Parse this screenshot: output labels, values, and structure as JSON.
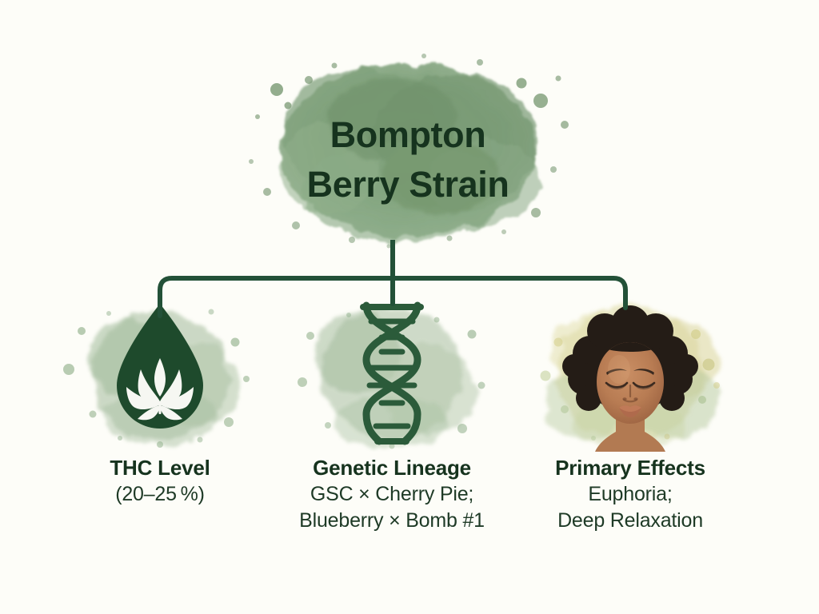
{
  "page": {
    "background_color": "#FDFDF8",
    "ink_color": "#16331E",
    "accent_green": "#7A9C77",
    "line_color": "#235138"
  },
  "header": {
    "title_line1": "Bompton",
    "title_line2": "Berry Strain",
    "blob_color": "#7E9F7A"
  },
  "columns": [
    {
      "id": "thc",
      "icon": "cannabis-droplet-icon",
      "title": "THC Level",
      "sub_lines": [
        "(20–25 %)"
      ],
      "splash_color": "#9CB694",
      "icon_color": "#1E4A2C"
    },
    {
      "id": "lineage",
      "icon": "dna-helix-icon",
      "title": "Genetic Lineage",
      "sub_lines": [
        "GSC × Cherry Pie;",
        "Blueberry × Bomb #1"
      ],
      "splash_color": "#9DB795",
      "icon_color": "#2B5B3A"
    },
    {
      "id": "effects",
      "icon": "relaxed-face-icon",
      "title": "Primary Effects",
      "sub_lines": [
        "Euphoria;",
        "Deep Relaxation"
      ],
      "splash_color": "#D3CE8E",
      "icon_color": "#2B2018"
    }
  ]
}
